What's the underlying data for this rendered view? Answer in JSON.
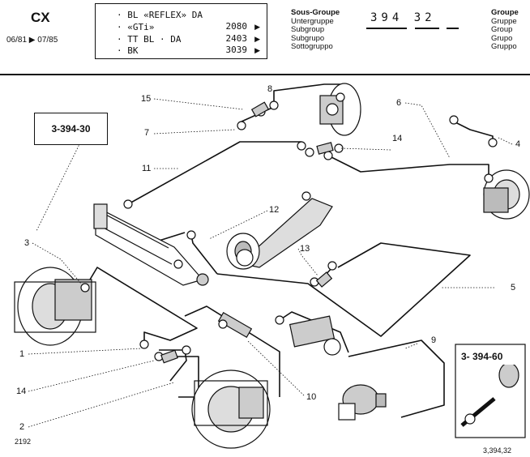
{
  "header": {
    "model": "CX",
    "dates": "06/81 ▶ 07/85",
    "versions": [
      {
        "label": "· BL «REFLEX» DA",
        "code": "",
        "arrow": ""
      },
      {
        "label": "· «GTi»",
        "code": "2080",
        "arrow": "▶"
      },
      {
        "label": "· TT BL · DA",
        "code": "2403",
        "arrow": "▶"
      },
      {
        "label": "· BK",
        "code": "3039",
        "arrow": "▶"
      }
    ],
    "subgroup": [
      "Sous-Groupe",
      "Untergruppe",
      "Subgroup",
      "Subgrupo",
      "Sottogruppo"
    ],
    "group": [
      "Groupe",
      "Gruppe",
      "Group",
      "Grupo",
      "Gruppo"
    ],
    "reference": "394 32"
  },
  "tools": {
    "left": "3-394-30",
    "right": "3- 394-60"
  },
  "callouts": {
    "c1": "1",
    "c2": "2",
    "c3": "3",
    "c4": "4",
    "c5": "5",
    "c6": "6",
    "c7": "7",
    "c8": "8",
    "c9": "9",
    "c10": "10",
    "c11": "11",
    "c12": "12",
    "c13": "13",
    "c14a": "14",
    "c14b": "14",
    "c15": "15"
  },
  "footer": {
    "left": "2192",
    "right": "3,394,32"
  }
}
